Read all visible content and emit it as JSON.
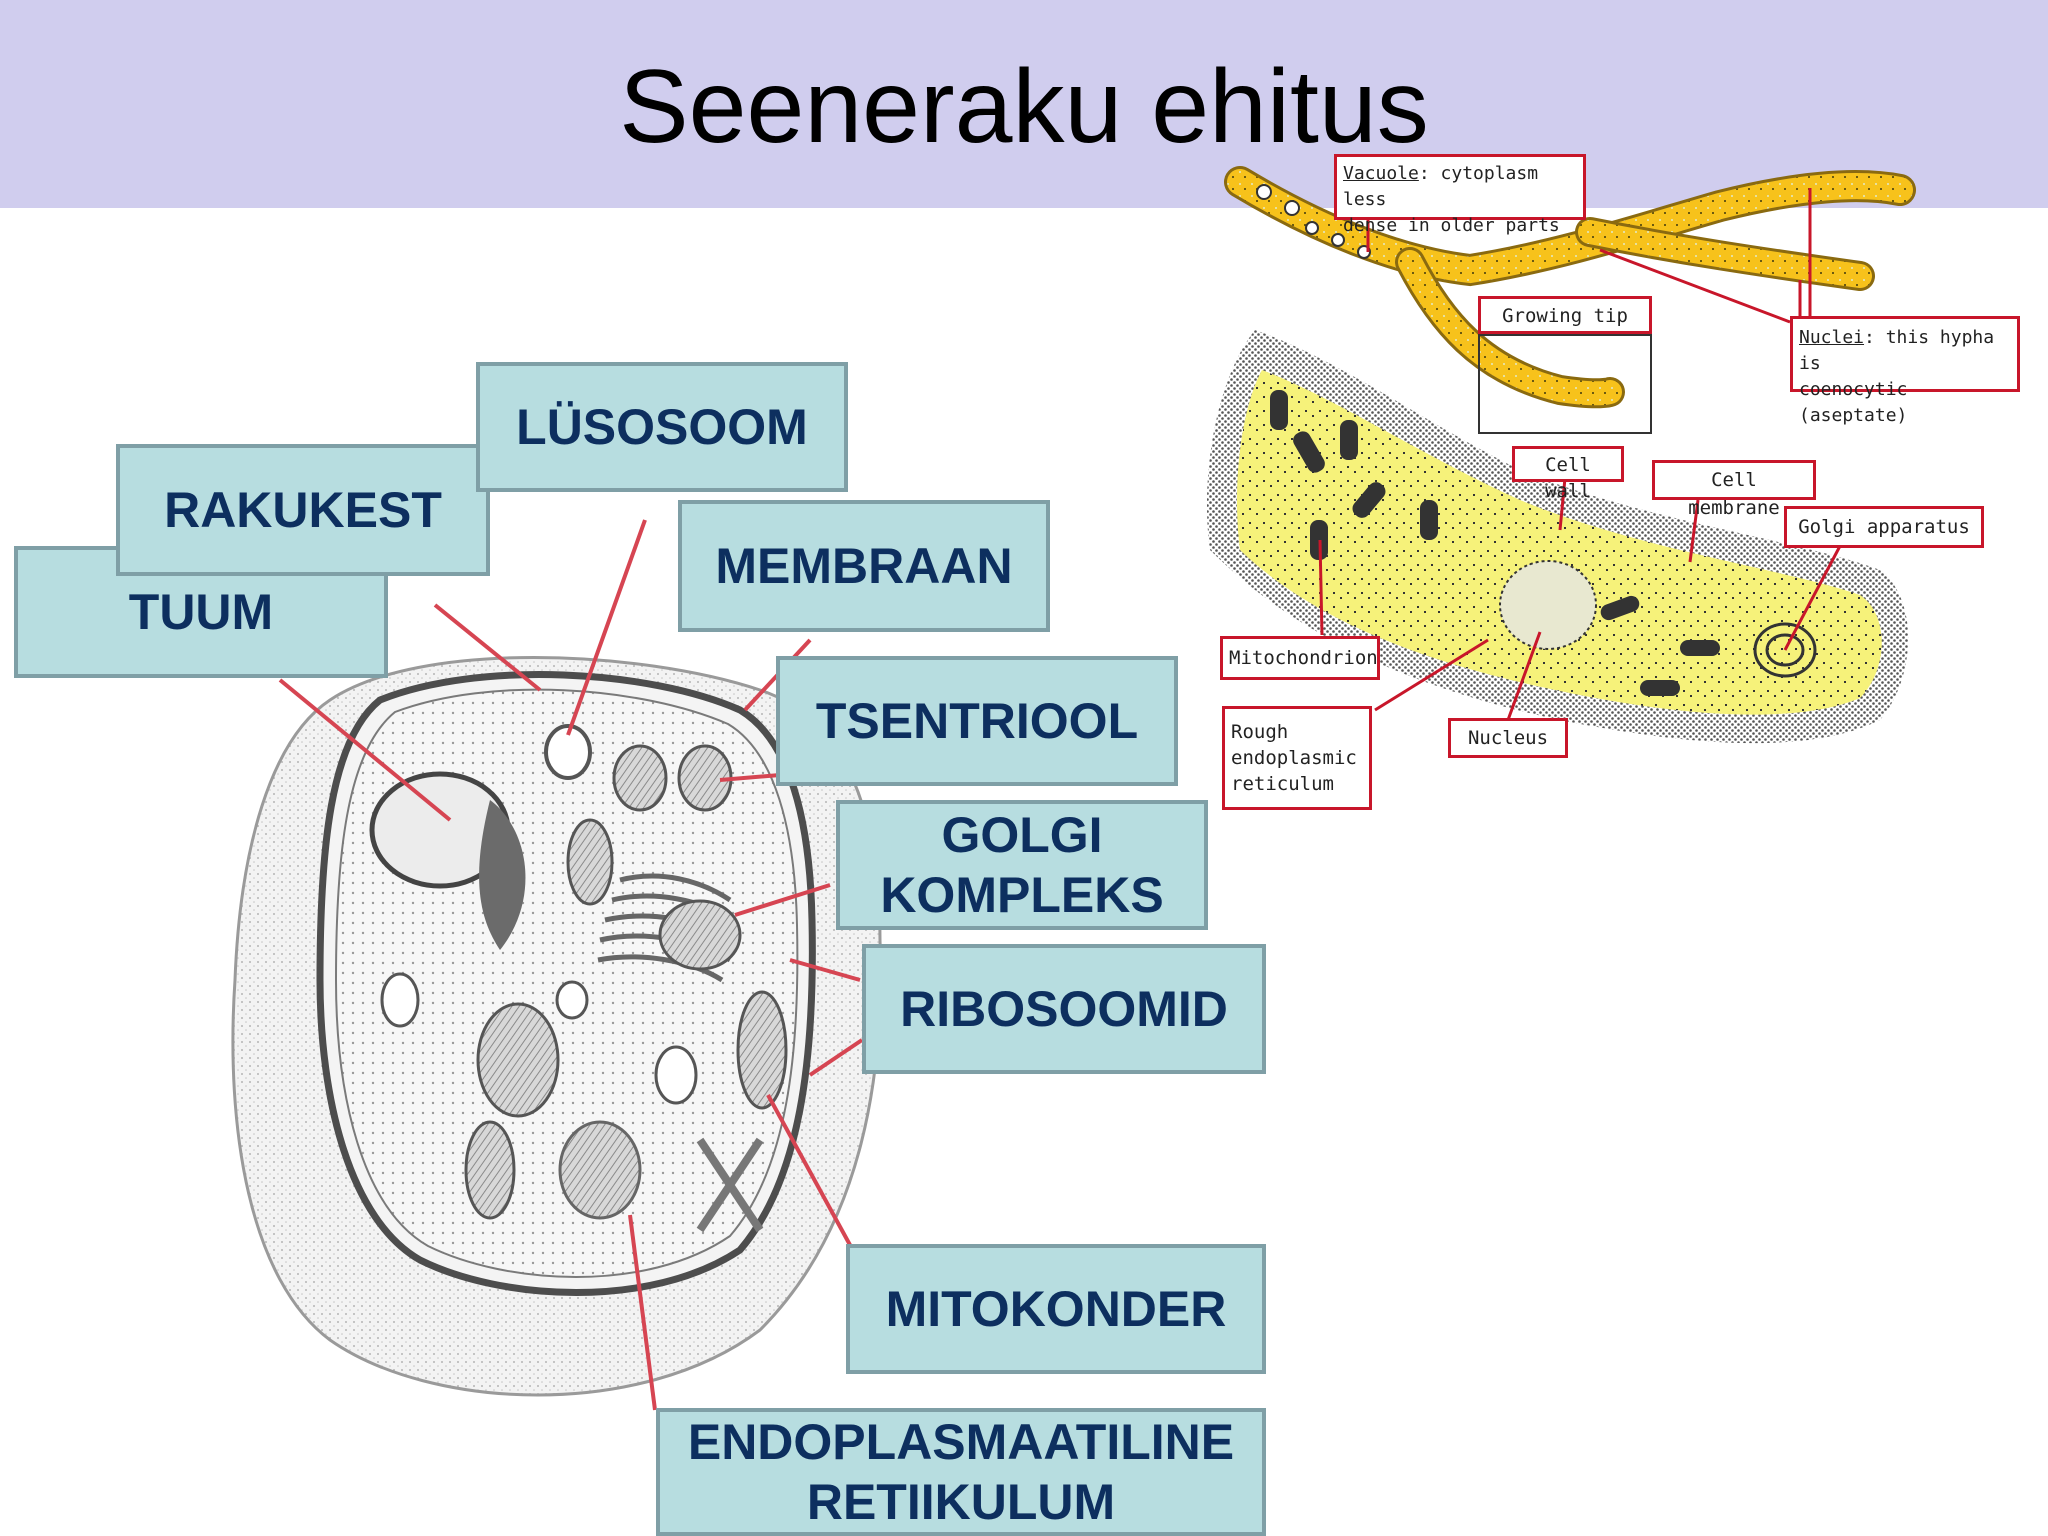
{
  "slide": {
    "title": "Seeneraku ehitus"
  },
  "left_labels": {
    "lusosoom": "LÜSOSOOM",
    "rakukest": "RAKUKEST",
    "tuum": "TUUM",
    "membraan": "MEMBRAAN",
    "tsentriool": "TSENTRIOOL",
    "golgi_line1": "GOLGI",
    "golgi_line2": "KOMPLEKS",
    "ribosoomid": "RIBOSOOMID",
    "mitokonder": "MITOKONDER",
    "er_line1": "ENDOPLASMAATILINE",
    "er_line2": "RETIIKULUM"
  },
  "right_labels": {
    "vacuole_term": "Vacuole",
    "vacuole_rest": ": cytoplasm less",
    "vacuole_line2": "dense in older parts",
    "growing_tip": "Growing tip",
    "nuclei_term": "Nuclei",
    "nuclei_rest": ": this hypha is",
    "nuclei_line2": "coenocytic (aseptate)",
    "cell_wall": "Cell wall",
    "cell_membrane": "Cell membrane",
    "golgi_apparatus": "Golgi apparatus",
    "mitochondrion": "Mitochondrion",
    "rough_er": "Rough\nendoplasmic\nreticulum",
    "nucleus": "Nucleus"
  },
  "colors": {
    "header_band": "#d0cdee",
    "label_fill": "#b7dde0",
    "label_text": "#0d2f5f",
    "pointer_line": "#d64552",
    "hypha_yellow": "#f7c21b",
    "cell_yellow": "#f6f27a",
    "callout_border": "#c8162a"
  }
}
